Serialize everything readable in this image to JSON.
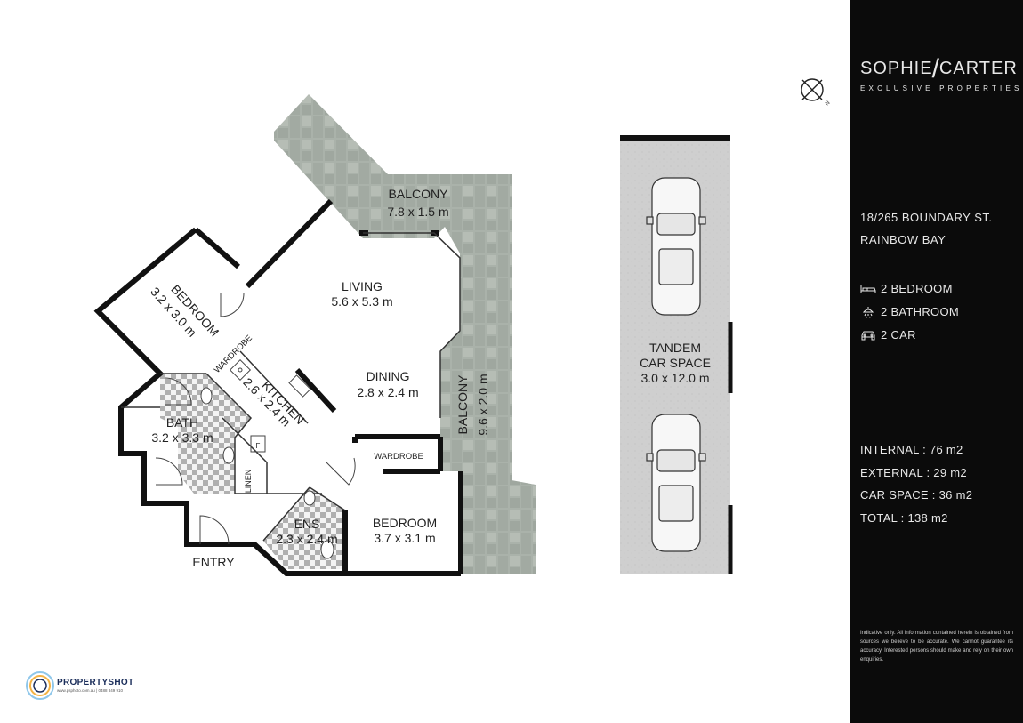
{
  "brand": {
    "name_part1": "SOPHIE",
    "slash": "/",
    "name_part2": "CARTER",
    "tagline": "EXCLUSIVE PROPERTIES"
  },
  "address": {
    "line1": "18/265 BOUNDARY ST.",
    "line2": "RAINBOW BAY"
  },
  "features": [
    {
      "icon": "bed-icon",
      "label": "2 BEDROOM"
    },
    {
      "icon": "shower-icon",
      "label": "2 BATHROOM"
    },
    {
      "icon": "car-icon",
      "label": "2 CAR"
    }
  ],
  "areas": {
    "internal": "INTERNAL : 76 m2",
    "external": "EXTERNAL : 29 m2",
    "car_space": "CAR SPACE : 36 m2",
    "total": "TOTAL : 138 m2"
  },
  "disclaimer": "Indicative only. All information contained herein is obtained from sources we believe to be accurate. We cannot guarantee its accuracy. Interested persons should make and rely on their own enquiries.",
  "compass": {
    "letter": "N"
  },
  "rooms": {
    "balcony_top": {
      "name": "BALCONY",
      "dims": "7.8 x 1.5 m"
    },
    "living": {
      "name": "LIVING",
      "dims": "5.6 x 5.3 m"
    },
    "bedroom1": {
      "name": "BEDROOM",
      "dims": "3.2 x 3.0 m"
    },
    "wardrobe1": {
      "name": "WARDROBE"
    },
    "kitchen": {
      "name": "KITCHEN",
      "dims": "2.6 x 2.4 m"
    },
    "dining": {
      "name": "DINING",
      "dims": "2.8 x 2.4 m"
    },
    "balcony_side": {
      "name": "BALCONY",
      "dims": "9.6 x 2.0 m"
    },
    "bath": {
      "name": "BATH",
      "dims": "3.2 x 3.3 m"
    },
    "wardrobe2": {
      "name": "WARDROBE"
    },
    "linen": {
      "name": "LINEN"
    },
    "fridge": {
      "name": "F"
    },
    "ens": {
      "name": "ENS",
      "dims": "2.3 x 2.4 m"
    },
    "bedroom2": {
      "name": "BEDROOM",
      "dims": "3.7 x 3.1 m"
    },
    "entry": {
      "name": "ENTRY"
    }
  },
  "car_space": {
    "line1": "TANDEM",
    "line2": "CAR SPACE",
    "dims": "3.0 x 12.0 m"
  },
  "credit": {
    "name": "PROPERTYSHOT",
    "contact": "www.psphoto.com.au | 0488 849 910"
  },
  "colors": {
    "sidebar": "#0b0b0b",
    "balcony": "#a9b0a9",
    "carpark": "#cccccc",
    "wall": "#111111",
    "credit": "#1a2d5a"
  }
}
